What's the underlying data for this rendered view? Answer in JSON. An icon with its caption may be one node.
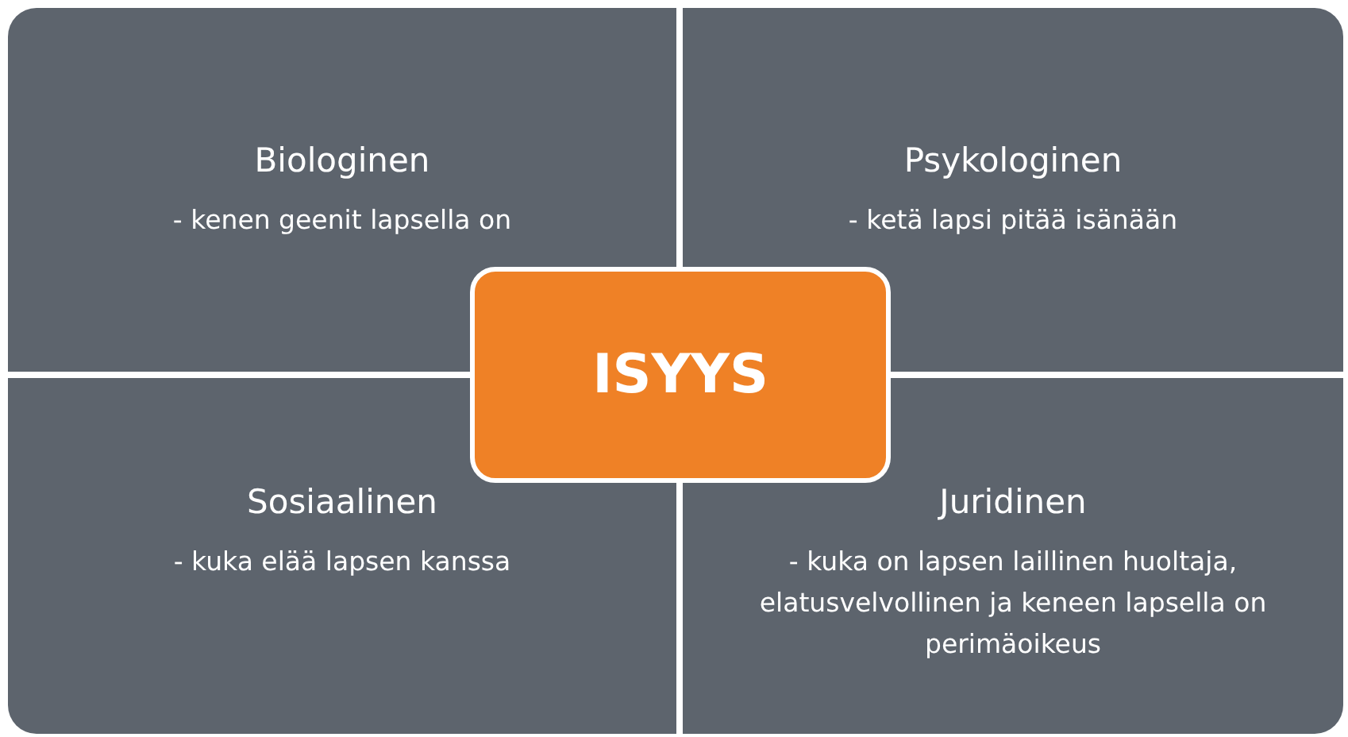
{
  "diagram": {
    "nodes": [
      {
        "text": [
          "Biologinen",
          "- kenen geenit lapsella on"
        ]
      },
      {
        "text": [
          "Psykologinen",
          "- ketä lapsi pitää isänään"
        ]
      },
      {
        "text": [
          "ISYYS"
        ]
      },
      {
        "text": [
          "Sosiaalinen",
          "- kuka elää lapsen kanssa"
        ]
      },
      {
        "text": [
          "Juridinen",
          "- kuka on lapsen laillinen huoltaja, elatusvelvollinen ja keneen lapsella on perimäoikeus"
        ]
      }
    ]
  }
}
